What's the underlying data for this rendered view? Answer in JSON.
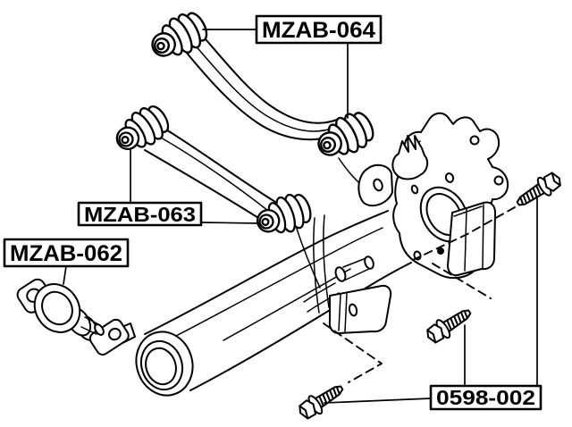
{
  "diagram": {
    "type": "exploded-parts-line-drawing",
    "colors": {
      "background": "#ffffff",
      "line": "#000000"
    },
    "labels": {
      "upper_arm_bushing": "MZAB-064",
      "lateral_arm_bushing": "MZAB-063",
      "trailing_arm_bushing": "MZAB-062",
      "mounting_bolt": "0598-002"
    }
  }
}
